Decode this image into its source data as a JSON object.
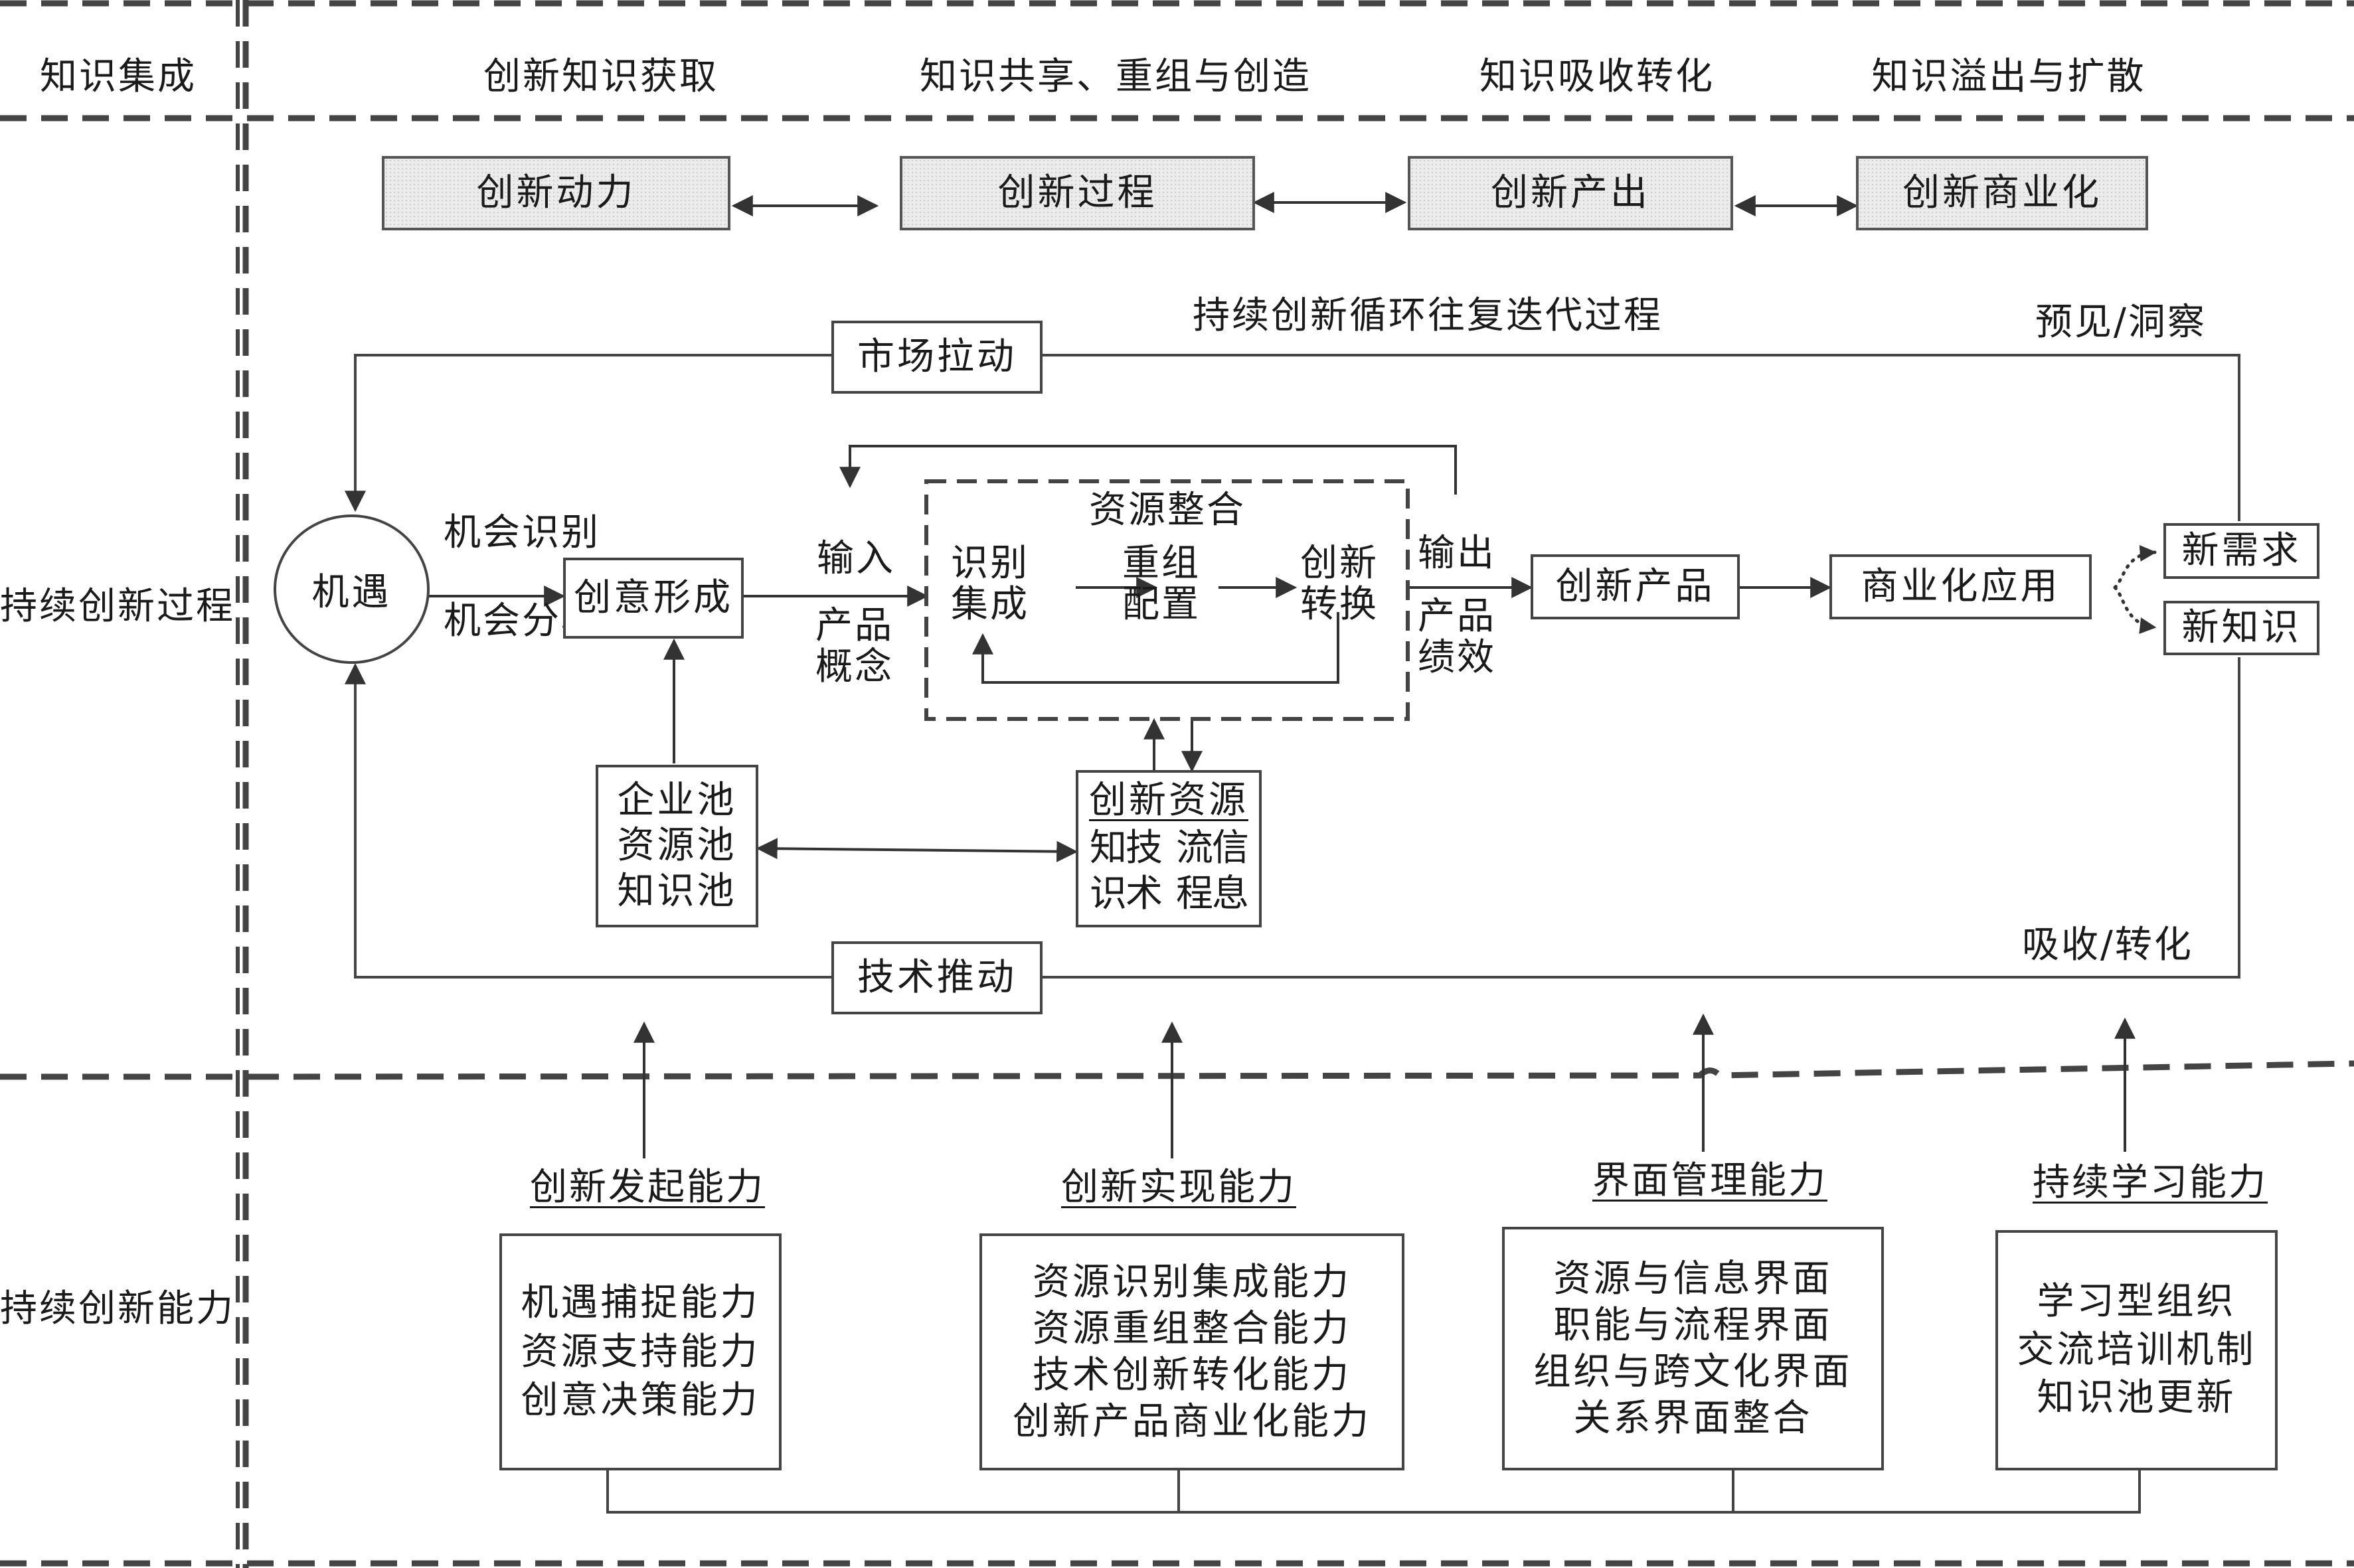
{
  "header": {
    "corner_label": "知识集成",
    "stages": [
      "创新知识获取",
      "知识共享、重组与创造",
      "知识吸收转化",
      "知识溢出与扩散"
    ]
  },
  "rows": {
    "process_label": "持续创新过程",
    "ability_label": "持续创新能力"
  },
  "top_flow": [
    "创新动力",
    "创新过程",
    "创新产出",
    "创新商业化"
  ],
  "cycle": {
    "title": "持续创新循环往复迭代过程",
    "foresight": "预见/洞察",
    "absorb": "吸收/转化",
    "market_pull": "市场拉动",
    "tech_push": "技术推动",
    "opportunity": "机遇",
    "opp_identify": "机会识别",
    "opp_analyze": "机会分析",
    "idea_formation": "创意形成",
    "input": "输入",
    "product_concept": "产品概念",
    "integration_title": "资源整合",
    "identify_integrate": "识别集成",
    "reconfigure": "重组配置",
    "innovation_convert": "创新转换",
    "output": "输出",
    "product_performance": "产品绩效",
    "innovation_product": "创新产品",
    "commercialization": "商业化应用",
    "new_demand": "新需求",
    "new_knowledge": "新知识",
    "pools": [
      "企业池",
      "资源池",
      "知识池"
    ],
    "resources_title": "创新资源",
    "resources_cols": [
      [
        "知",
        "识"
      ],
      [
        "技",
        "术"
      ],
      [
        "流",
        "程"
      ],
      [
        "信",
        "息"
      ]
    ]
  },
  "abilities": [
    {
      "title": "创新发起能力",
      "items": [
        "机遇捕捉能力",
        "资源支持能力",
        "创意决策能力"
      ]
    },
    {
      "title": "创新实现能力",
      "items": [
        "资源识别集成能力",
        "资源重组整合能力",
        "技术创新转化能力",
        "创新产品商业化能力"
      ]
    },
    {
      "title": "界面管理能力",
      "items": [
        "资源与信息界面",
        "职能与流程界面",
        "组织与跨文化界面",
        "关系界面整合"
      ]
    },
    {
      "title": "持续学习能力",
      "items": [
        "学习型组织",
        "交流培训机制",
        "知识池更新"
      ]
    }
  ]
}
